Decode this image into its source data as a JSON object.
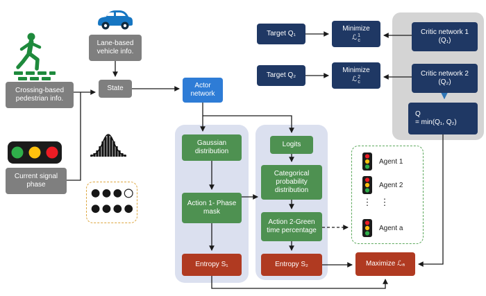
{
  "colors": {
    "gray_box": "#7F7F7F",
    "navy_box": "#1F3864",
    "green_box": "#4E9151",
    "red_box": "#B03A21",
    "blue_box": "#2E7CD6",
    "lavender_container": "#DBE0EF",
    "gray_container": "#D4D4D4",
    "agents_dashed_border": "#5BA85B",
    "mask_dashed_border": "#DDA63F",
    "traffic_green": "#2FAE4A",
    "traffic_yellow": "#FFC20E",
    "traffic_red": "#ED1C24"
  },
  "inputs": {
    "vehicle_label": "Lane-based vehicle info.",
    "pedestrian_label": "Crossing-based pedestrian info.",
    "signal_label": "Current signal phase",
    "state_label": "State"
  },
  "actor": {
    "label": "Actor network"
  },
  "branch_phase": {
    "gaussian": "Gaussian distribution",
    "action1": "Action 1- Phase mask",
    "entropy1": "Entropy S₁"
  },
  "branch_green_time": {
    "logits": "Logits",
    "categorical": "Categorical probability distribution",
    "action2": "Action 2-Green time percentage",
    "entropy2": "Entropy S₂"
  },
  "objective": {
    "maximize": "Maximize ℒₐ"
  },
  "critics": {
    "target_q1": "Target Q₁",
    "target_q2": "Target Q₂",
    "minimize1": {
      "line1": "Minimize",
      "symbol": "ℒ",
      "sup": "1",
      "sub": "c"
    },
    "minimize2": {
      "line1": "Minimize",
      "symbol": "ℒ",
      "sup": "2",
      "sub": "c"
    },
    "critic1": "Critic network 1 (Q₁)",
    "critic2": "Critic network 2 (Q₂)",
    "q_line1": "Q",
    "q_line2": "= min(Q₁, Q₂)"
  },
  "agents": {
    "agent1": "Agent 1",
    "agent2": "Agent 2",
    "ellipsis": "⋮",
    "agent_n": "Agent a"
  },
  "icons": [
    "pedestrian-crossing-icon",
    "car-icon",
    "traffic-light-horizontal-icon",
    "gaussian-distribution-icon",
    "phase-mask-dots-icon",
    "traffic-light-small-icon"
  ]
}
